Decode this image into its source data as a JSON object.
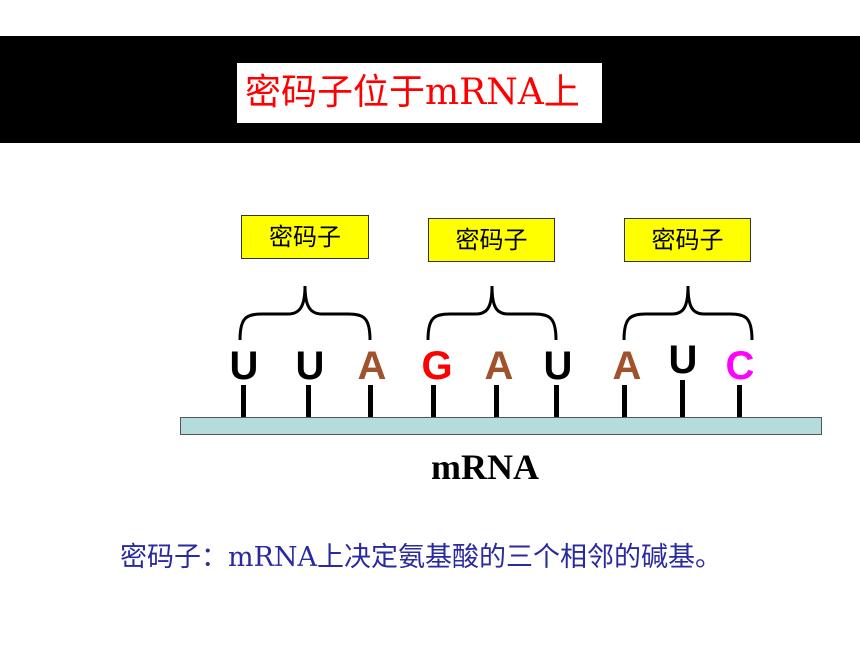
{
  "title": "密码子位于mRNA上",
  "codon_labels": [
    "密码子",
    "密码子",
    "密码子"
  ],
  "bases": [
    {
      "letter": "U",
      "color": "#000000"
    },
    {
      "letter": "U",
      "color": "#000000"
    },
    {
      "letter": "A",
      "color": "#a0522d"
    },
    {
      "letter": "G",
      "color": "#ff0000"
    },
    {
      "letter": "A",
      "color": "#a0522d"
    },
    {
      "letter": "U",
      "color": "#000000"
    },
    {
      "letter": "A",
      "color": "#a0522d"
    },
    {
      "letter": "U",
      "color": "#000000"
    },
    {
      "letter": "C",
      "color": "#ff00ff"
    }
  ],
  "strand_label": "mRNA",
  "definition": "密码子：mRNA上决定氨基酸的三个相邻的碱基。"
}
